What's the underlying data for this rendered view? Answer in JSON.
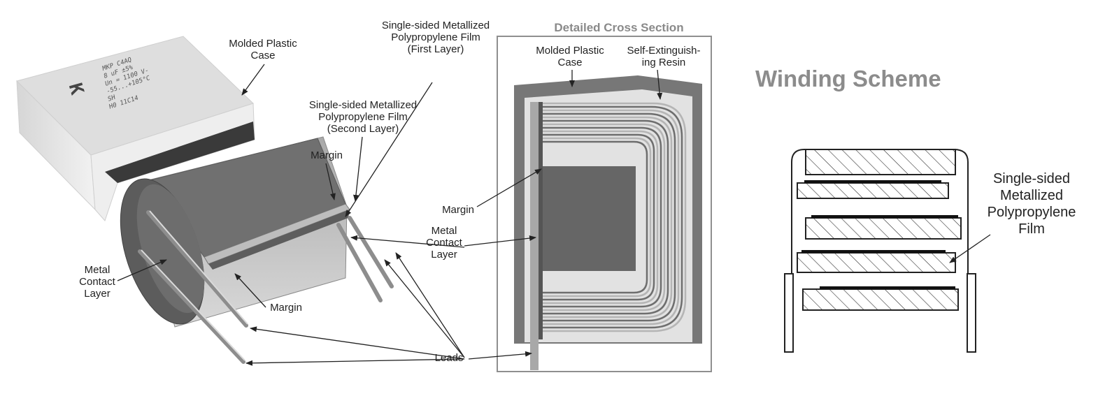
{
  "titles": {
    "cross_section": "Detailed Cross Section",
    "winding_scheme": "Winding Scheme"
  },
  "capacitor_print": {
    "logo": "K",
    "lines": [
      "MKP    C4AQ",
      "8 uF     ±5%",
      "Un = 1100 V-",
      "-55...+105°C",
      "SH",
      "H0      11C14"
    ]
  },
  "left_labels": {
    "molded_case": [
      "Molded Plastic",
      "Case"
    ],
    "film_first": [
      "Single-sided Metallized",
      "Polypropylene Film",
      "(First Layer)"
    ],
    "film_second": [
      "Single-sided Metallized",
      "Polypropylene Film",
      "(Second Layer)"
    ],
    "margin_top": [
      "Margin"
    ],
    "metal_contact": [
      "Metal",
      "Contact",
      "Layer"
    ],
    "margin_bottom": [
      "Margin"
    ]
  },
  "center_labels": {
    "margin": [
      "Margin"
    ],
    "metal_contact": [
      "Metal",
      "Contact",
      "Layer"
    ],
    "leads": [
      "Leads"
    ],
    "molded_case": [
      "Molded Plastic",
      "Case"
    ],
    "resin": [
      "Self-Extinguish-",
      "ing Resin"
    ]
  },
  "right_labels": {
    "film": [
      "Single-sided",
      "Metallized",
      "Polypropylene",
      "Film"
    ]
  },
  "colors": {
    "case_light": "#e9e9e9",
    "case_top": "#dcdcdc",
    "element_dark": "#6a6a6a",
    "element_mid": "#8c8c8c",
    "title_gray": "#8a8a8a",
    "frame_gray": "#8f8f8f",
    "lead_gray": "#9c9c9c"
  }
}
